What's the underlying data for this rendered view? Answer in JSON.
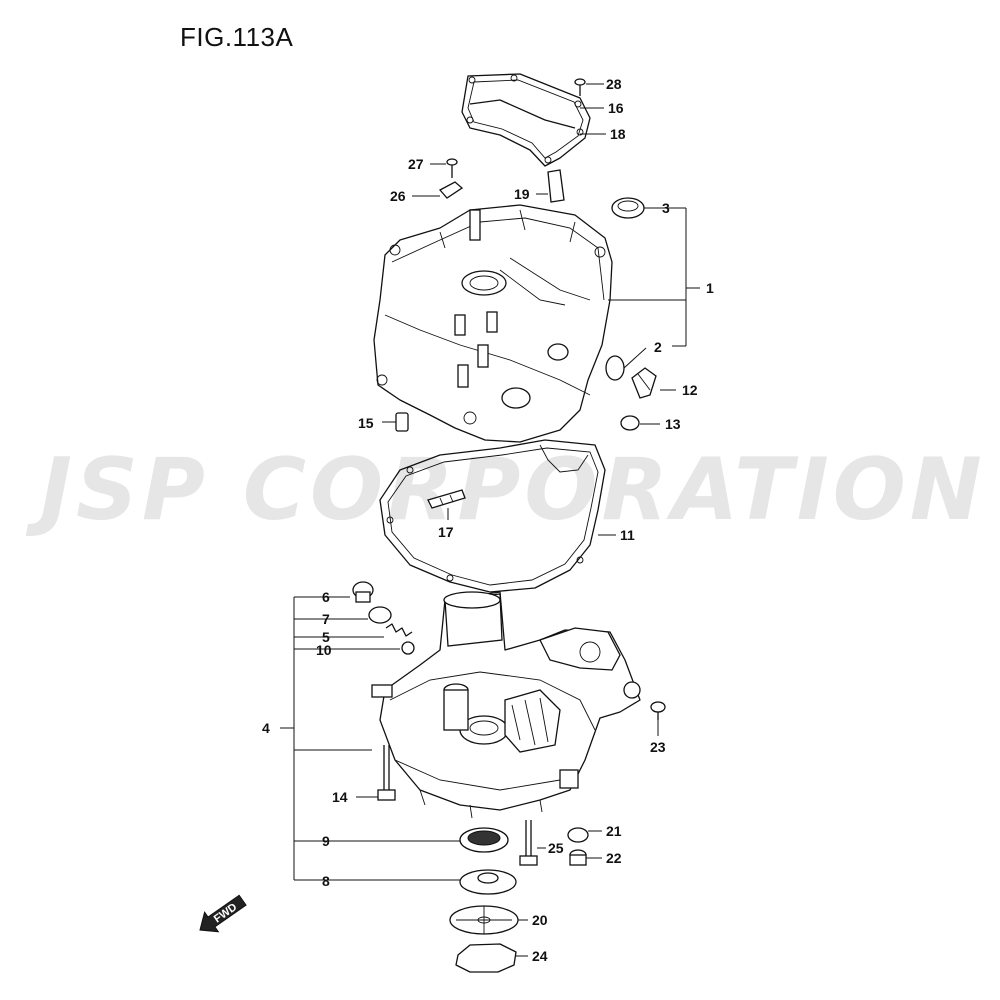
{
  "figure": {
    "title": "FIG.113A"
  },
  "watermark": {
    "text": "JSP CORPORATION"
  },
  "direction_marker": {
    "label": "FWD"
  },
  "parts": [
    {
      "id": "p1",
      "label": "1"
    },
    {
      "id": "p2",
      "label": "2"
    },
    {
      "id": "p3",
      "label": "3"
    },
    {
      "id": "p4",
      "label": "4"
    },
    {
      "id": "p5",
      "label": "5"
    },
    {
      "id": "p6",
      "label": "6"
    },
    {
      "id": "p7",
      "label": "7"
    },
    {
      "id": "p8",
      "label": "8"
    },
    {
      "id": "p9",
      "label": "9"
    },
    {
      "id": "p10",
      "label": "10"
    },
    {
      "id": "p11",
      "label": "11"
    },
    {
      "id": "p12",
      "label": "12"
    },
    {
      "id": "p13",
      "label": "13"
    },
    {
      "id": "p14",
      "label": "14"
    },
    {
      "id": "p15",
      "label": "15"
    },
    {
      "id": "p16",
      "label": "16"
    },
    {
      "id": "p17",
      "label": "17"
    },
    {
      "id": "p18",
      "label": "18"
    },
    {
      "id": "p19",
      "label": "19"
    },
    {
      "id": "p20",
      "label": "20"
    },
    {
      "id": "p21",
      "label": "21"
    },
    {
      "id": "p22",
      "label": "22"
    },
    {
      "id": "p23",
      "label": "23"
    },
    {
      "id": "p24",
      "label": "24"
    },
    {
      "id": "p25",
      "label": "25"
    },
    {
      "id": "p26",
      "label": "26"
    },
    {
      "id": "p27",
      "label": "27"
    },
    {
      "id": "p28",
      "label": "28"
    }
  ]
}
